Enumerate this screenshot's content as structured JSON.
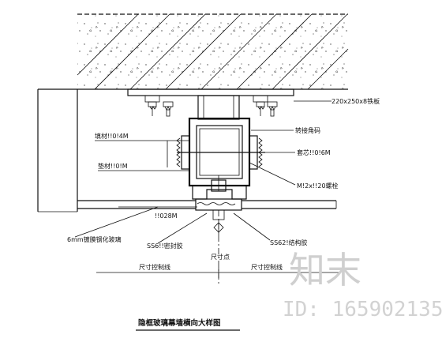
{
  "labels": {
    "steel_plate": "220x250x8铁板",
    "adapter_code": "转接角码",
    "backing_top": "填材!!0!4M",
    "backing_side": "垫材!!0!M",
    "mullion_core": "套芯!!0!6M",
    "bolt": "M!2x!!20螺栓",
    "profile_code": "!!028M",
    "glass": "6mm镀膜钢化玻璃",
    "sealant_left": "SS6!!密封胶",
    "sealant_right": "SS62!结构胶",
    "dimension_label": "尺寸点",
    "control_line_left": "尺寸控制线",
    "control_line_right": "尺寸控制线",
    "title": "隐框玻璃幕墙横向大样图"
  },
  "watermark": {
    "brand": "知末",
    "id_text": "ID: 165902135"
  },
  "colors": {
    "line": "#111111",
    "watermark": "#cfcfcf",
    "background": "#ffffff"
  }
}
